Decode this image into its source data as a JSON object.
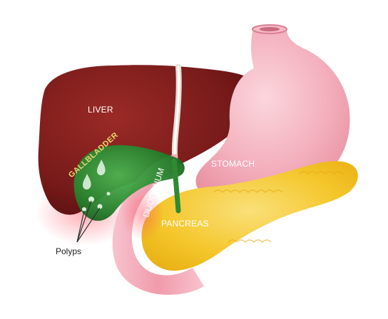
{
  "labels": {
    "liver": "LIVER",
    "gallbladder": "GALLBLADDER",
    "stomach": "STOMACH",
    "duodenum": "DUODENUM",
    "pancreas": "PANCREAS",
    "polyps": "Polyps"
  },
  "colors": {
    "liver": "#7a1a1a",
    "liver_dark": "#5c1010",
    "stomach": "#f2a9b5",
    "stomach_light": "#f7c6cf",
    "pancreas": "#f2c31c",
    "pancreas_light": "#f8db58",
    "gallbladder": "#1f7a26",
    "gallbladder_light": "#48b04c",
    "duodenum": "#f1aebb",
    "label_gold": "#e8d86a"
  }
}
